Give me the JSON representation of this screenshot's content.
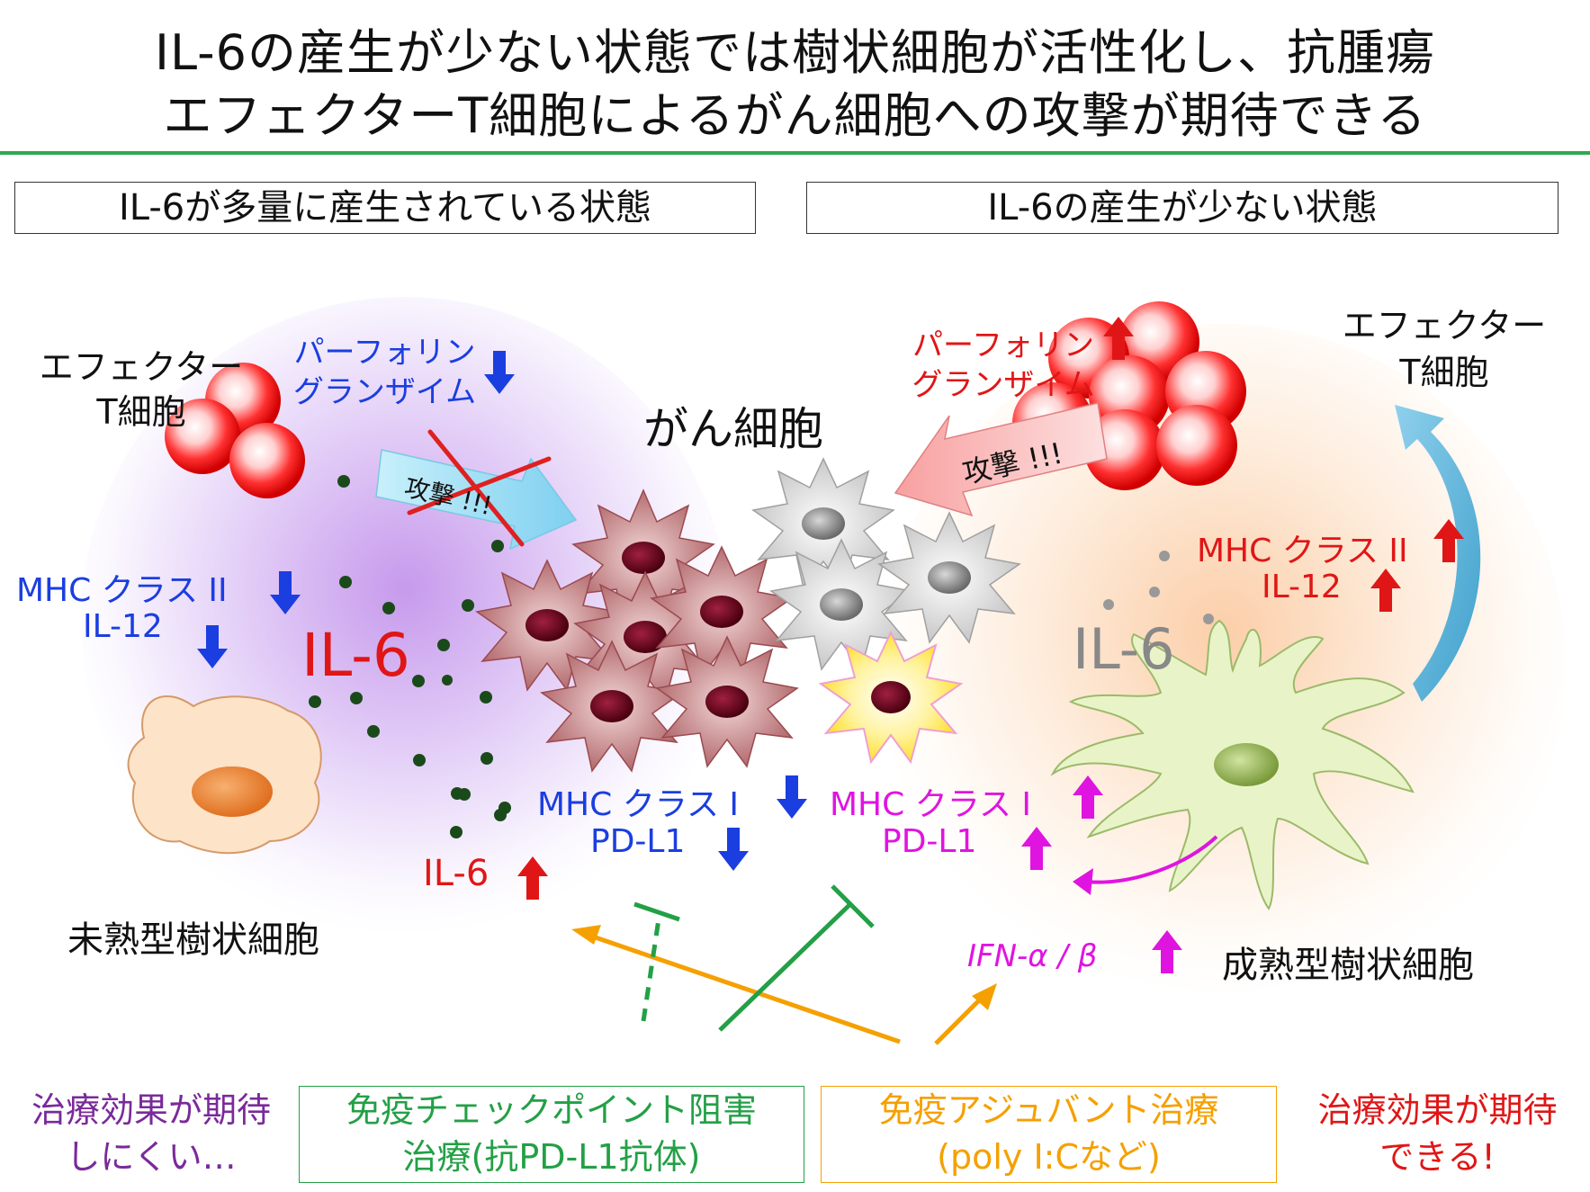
{
  "title": {
    "line1": "IL-6の産生が少ない状態では樹状細胞が活性化し、抗腫瘍",
    "line2": "エフェクターT細胞によるがん細胞への攻撃が期待できる"
  },
  "panels": {
    "left_label": "IL-6が多量に産生されている状態",
    "right_label": "IL-6の産生が少ない状態"
  },
  "left": {
    "effector": [
      "エフェクター",
      "T細胞"
    ],
    "perforin": [
      "パーフォリン",
      "グランザイム"
    ],
    "attack": "攻撃 !!!",
    "mhc2": "MHC クラス II",
    "il12": "IL-12",
    "il6_big": "IL-6",
    "il6_small": "IL-6",
    "immature_dc": "未熟型樹状細胞"
  },
  "center": {
    "cancer": "がん細胞",
    "mhc1_left": "MHC クラス I",
    "pdl1_left": "PD-L1",
    "mhc1_right": "MHC クラス I",
    "pdl1_right": "PD-L1"
  },
  "right": {
    "perforin": [
      "パーフォリン",
      "グランザイム"
    ],
    "attack": "攻撃 !!!",
    "effector": [
      "エフェクター",
      "T細胞"
    ],
    "mhc2": "MHC クラス II",
    "il12": "IL-12",
    "il6_big": "IL-6",
    "ifn": "IFN-α / β",
    "mature_dc": "成熟型樹状細胞"
  },
  "bottom": {
    "left_outcome": [
      "治療効果が期待",
      "しにくい…"
    ],
    "checkpoint": [
      "免疫チェックポイント阻害",
      "治療(抗PD-L1抗体)"
    ],
    "adjuvant": [
      "免疫アジュバント治療",
      "(poly I:Cなど)"
    ],
    "right_outcome": [
      "治療効果が期待",
      "できる!"
    ]
  },
  "colors": {
    "blue": "#1a3ee0",
    "red": "#e01616",
    "magenta": "#e014e0",
    "green": "#23a046",
    "orange": "#f5a000",
    "purple": "#7a2a9a"
  }
}
